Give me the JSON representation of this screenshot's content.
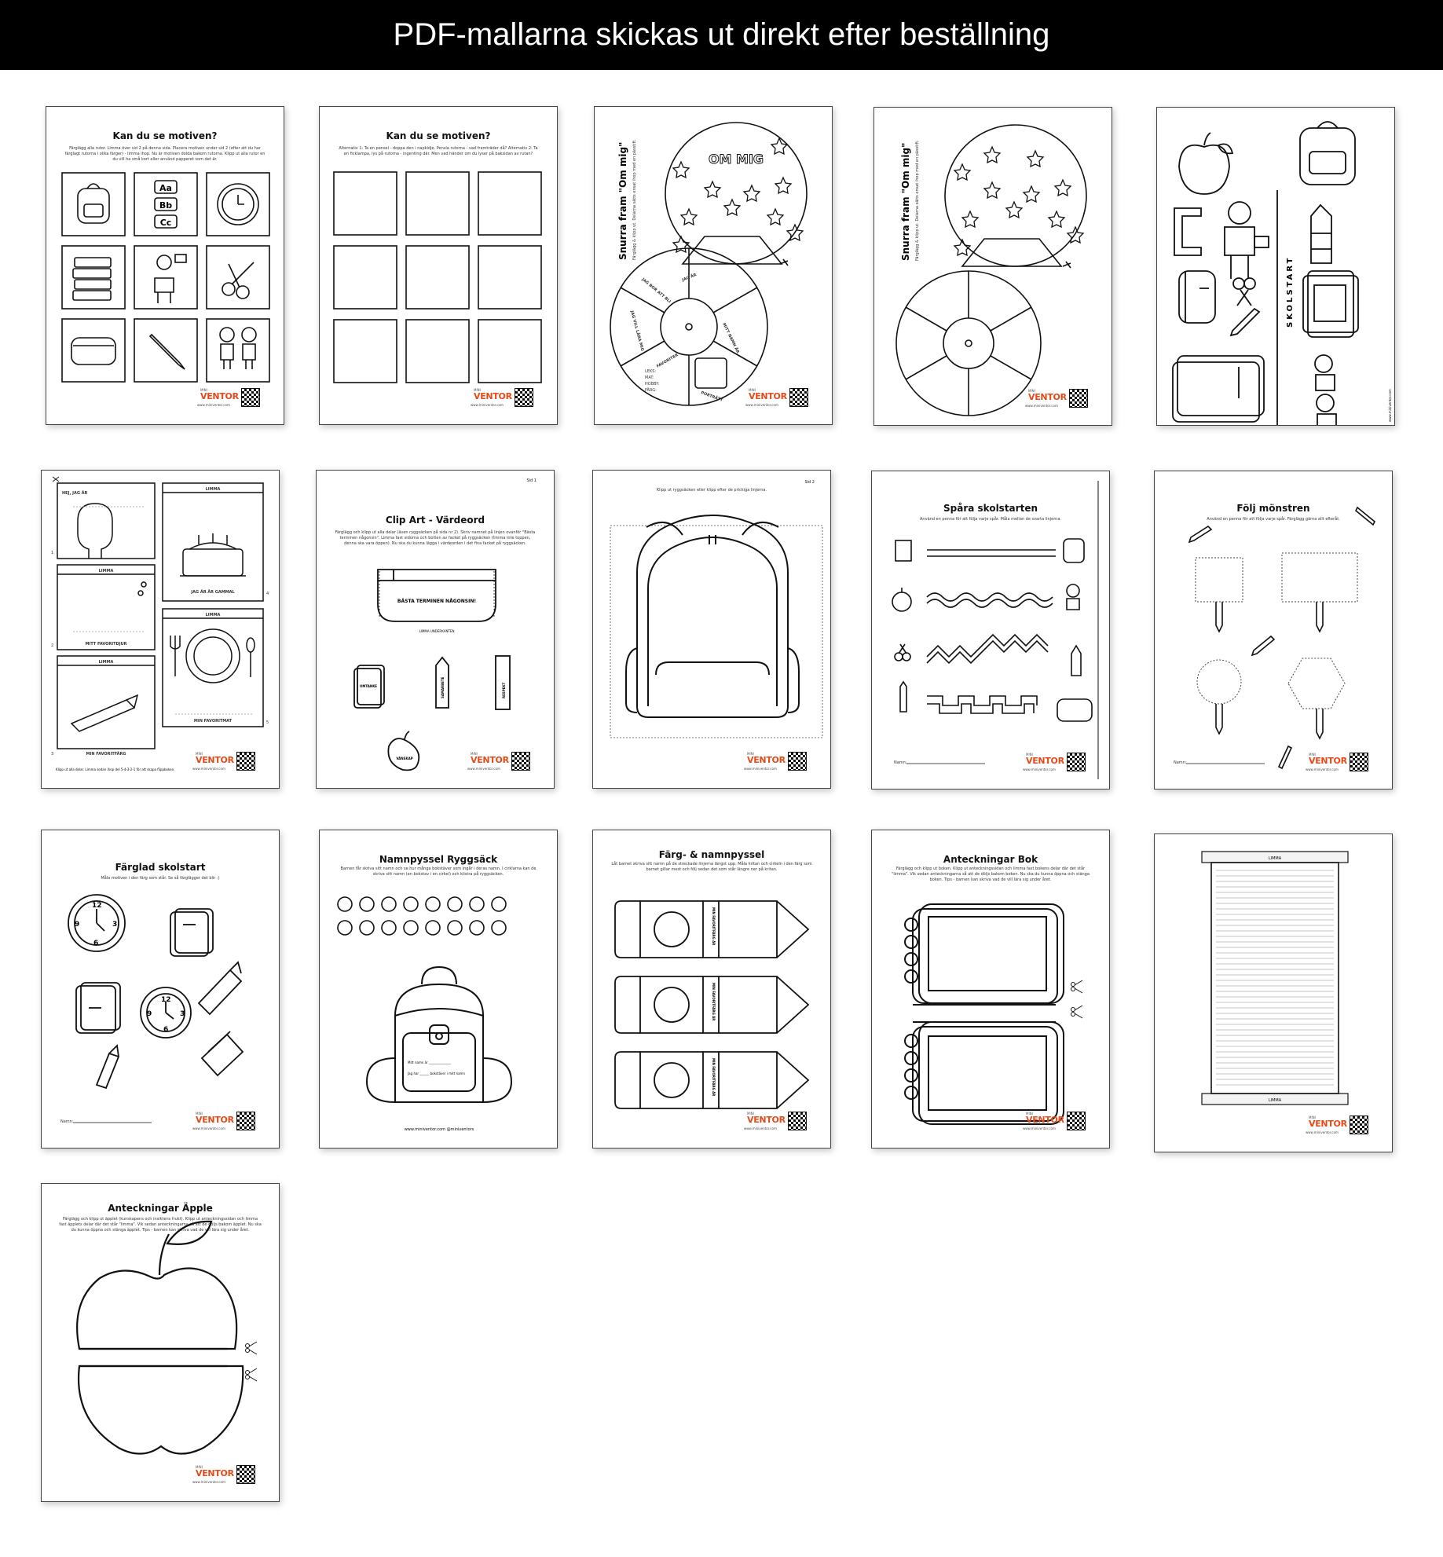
{
  "banner": {
    "title": "PDF-mallarna skickas ut direkt efter beställning"
  },
  "brand": {
    "mini": "MINI",
    "name": "VENTOR",
    "url": "www.miniventor.com"
  },
  "pages": {
    "p1": {
      "title": "Kan du se motiven?",
      "desc": "Färglägg alla rutor. Limma över sid 2 på denna sida. Placera motiven under sid 2 (efter att du har färglagt rutorna i olika färger) - limma ihop. Nu är motiven dolda bakom rutorna. Klipp ut alla rutor en du vill ha små kort eller använd papperet som det är.",
      "letters": [
        "Aa",
        "Bb",
        "Cc"
      ]
    },
    "p2": {
      "title": "Kan du se motiven?",
      "desc": "Alternativ 1: Ta en pensel - doppa den i napkidje. Pensla rutorna - vad framträder då? Alternativ 2: Ta en ficklampa, lys på rutorna - ingenting där. Men vad händer om du lyser på baksidan av rutan?"
    },
    "p3": {
      "title": "Snurra fram \"Om mig\"",
      "sub": "Färglägg & klipp ut. Delarna sätts ensat ihop med en pässtift.",
      "banner": "OM MIG",
      "segments": [
        "JAG ÄR",
        "MITT NAMN ÄR",
        "PORTRÄTT",
        "FAVORITER",
        "JAG VILL LÄRA MIG",
        "JAG BOR ATT BLI"
      ],
      "fav": [
        "LEKS:",
        "MAT:",
        "HOBBY:",
        "FÄRG:"
      ]
    },
    "p4": {
      "title": "Snurra fram \"Om mig\"",
      "sub": "Färglägg & klipp ut. Delarna sätts ensat ihop med en pässtift."
    },
    "p5": {
      "side": "SKOLSTART",
      "url": "www.miniventor.com"
    },
    "p6": {
      "hello": "HEJ, JAG ÄR",
      "glue": "LIMMA",
      "age": "JAG ÄR      ÅR GAMMAL",
      "animal": "MITT FAVORITDJUR",
      "food": "MIN FAVORITMAT",
      "color": "MIN FAVORITFÄRG",
      "nums": [
        "1",
        "2",
        "3",
        "4",
        "5"
      ],
      "foot": "Klipp ut alla delar. Limma sedan ihop del 5-4-3-2-1 för att skapa flippboken."
    },
    "p7": {
      "page": "Sid 1",
      "title": "Clip Art - Värdeord",
      "desc": "Färglägg och klipp ut alla delar (även ryggsäcken på sida nr 2). Skriv namnet på linjen ovanför \"Bästa terminen någonsin\". Limma fast sidorna och botten av facket på ryggsäcken (limma inte toppen, denna ska vara öppen). Nu ska du kunna lägga i värdeorden i det fina facket på ryggsäcken.",
      "pocket": "BÄSTA TERMINEN NÅGONSIN!",
      "underside": "LIMMA UNDERKANTEN",
      "words": [
        "OMTANKE",
        "SAMARBETE",
        "RESPEKT",
        "VÄNSKAP"
      ]
    },
    "p8": {
      "page": "Sid 2",
      "desc": "Klipp ut ryggsäcken eller klipp efter de prickiga linjerna."
    },
    "p9": {
      "title": "Spåra skolstarten",
      "desc": "Använd en penna för att följa varje spår. Måla mellan de svarta linjerna.",
      "name": "Namn:"
    },
    "p10": {
      "title": "Följ mönstren",
      "desc": "Använd en penna för att följa varje spår. Färglägg gärna allt efteråt.",
      "name": "Namn:"
    },
    "p11": {
      "title": "Färglad skolstart",
      "desc": "Måla motiven i den färg som står. Se så färglägger det blir :)",
      "name": "Namn:"
    },
    "p12": {
      "title": "Namnpyssel Ryggsäck",
      "desc": "Barnen får skriva sitt namn och se hur många bokstäver som ingår i deras namn. I cirklarna kan de skriva sitt namn (en bokstav i en cirkel) och klistra på ryggsäcken.",
      "line1": "Mitt namn är ______________",
      "line2": "Jag har ______ bokstäver i mitt namn",
      "foot": "www.miniventor.com     @miniventors"
    },
    "p13": {
      "title": "Färg- & namnpyssel",
      "desc": "Låt barnet skriva sitt namn på de streckade linjerna längst upp. Måla kritan och cirkeln i den färg som barnet gillar mest och följ sedan det som står längre ner på kritan.",
      "label": "MIN FAVORITFÄRG ÄR"
    },
    "p14": {
      "title": "Anteckningar Bok",
      "desc": "Färglägg och klipp ut boken. Klipp ut anteckningssidan och limma fast bokens delar där det står \"limma\". Vik sedan anteckningarna så att de döljs bakom boken. Nu ska du kunna öppna och stänga boken. Tips - barnen kan skriva vad de vill lära sig under året."
    },
    "p15": {
      "top": "LIMMA",
      "bottom": "LIMMA"
    },
    "p16": {
      "title": "Anteckningar Äpple",
      "desc": "Färglägg och klipp ut äpplet (kunskapens och insiktens frukt). Klipp ut anteckningssidan och limma fast äpplets delar där det står \"limma\". Vik sedan anteckningarna så att de döljs bakom äpplet. Nu ska du kunna öppna och stänga äpplet. Tips - barnen kan skriva vad de vill lära sig under året."
    }
  }
}
